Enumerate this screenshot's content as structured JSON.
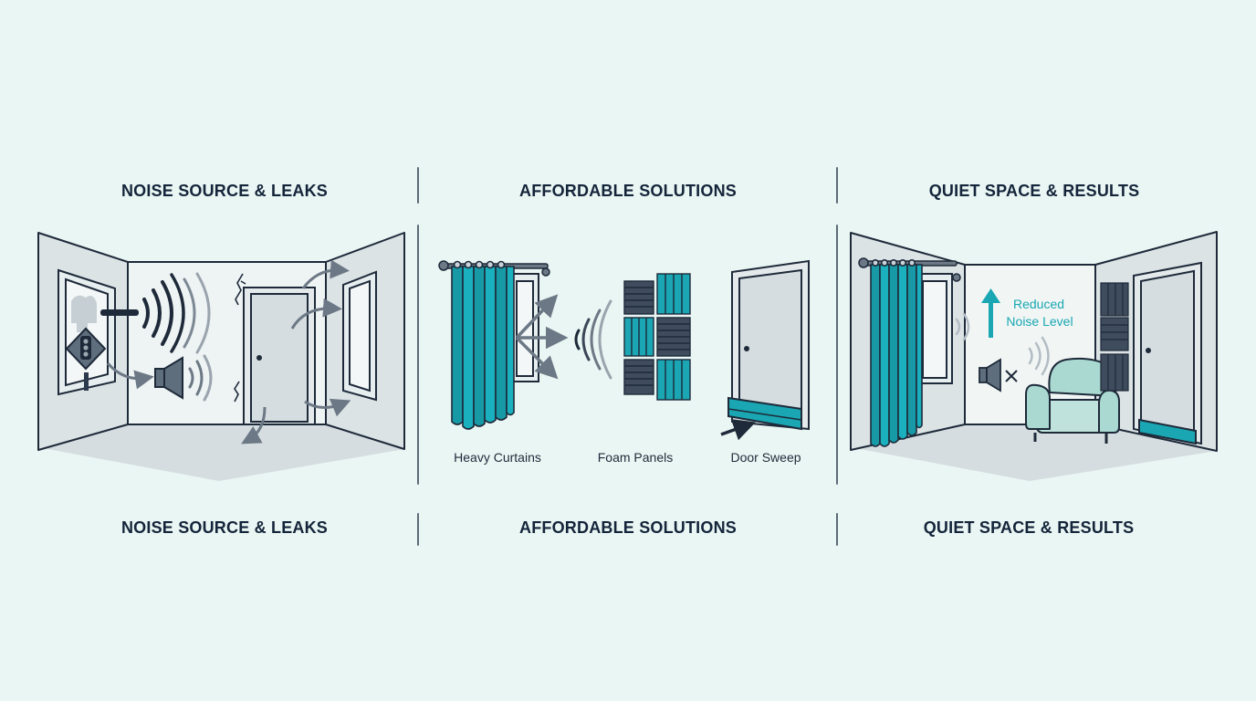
{
  "panels": [
    {
      "title": "NOISE SOURCE & LEAKS",
      "footer": "NOISE SOURCE & LEAKS"
    },
    {
      "title": "AFFORDABLE SOLUTIONS",
      "footer": "AFFORDABLE SOLUTIONS",
      "items": [
        "Heavy Curtains",
        "Foam Panels",
        "Door Sweep"
      ]
    },
    {
      "title": "QUIET SPACE & RESULTS",
      "footer": "QUIET SPACE & RESULTS",
      "annotation_line1": "Reduced",
      "annotation_line2": "Noise Level"
    }
  ],
  "colors": {
    "background": "#eaf6f3",
    "ink": "#1e2a3a",
    "wall": "#d9e1e3",
    "accent_teal": "#1aa6b2",
    "foam": "#3f4c5e",
    "arrow_grey": "#6c7885"
  },
  "icons": [
    "traffic-light-icon",
    "speaker-icon",
    "muted-speaker-icon",
    "armchair-icon",
    "up-arrow-icon"
  ]
}
